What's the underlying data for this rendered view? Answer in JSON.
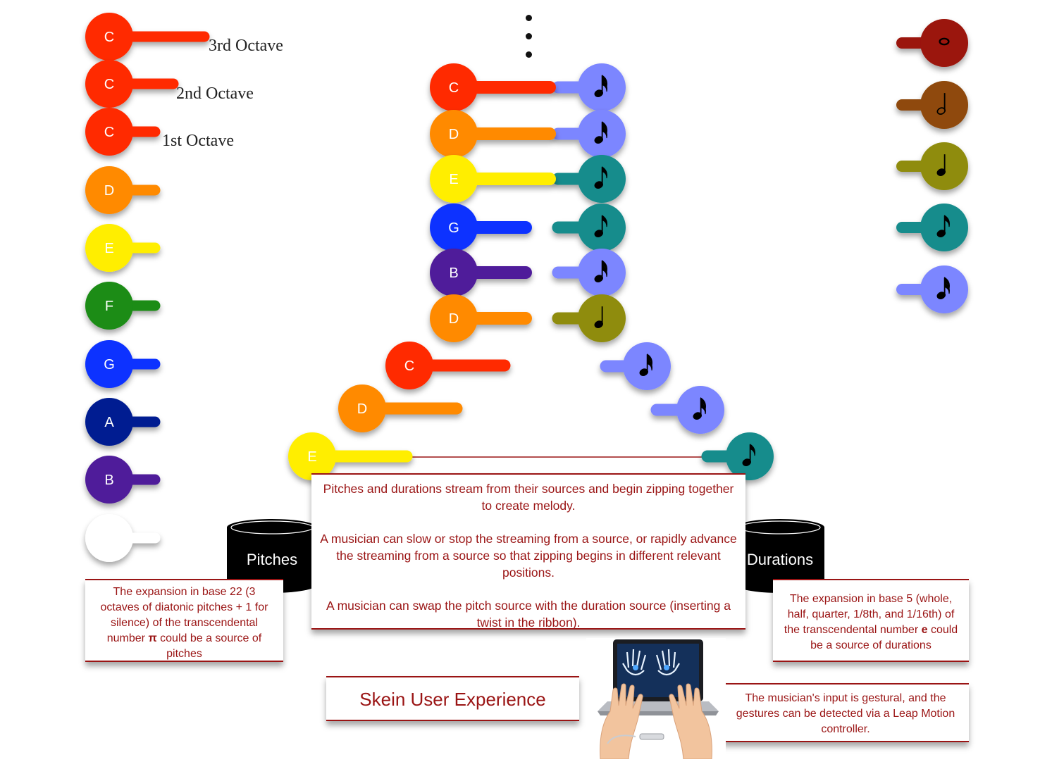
{
  "colors": {
    "C": "#ff2a00",
    "D": "#ff8a00",
    "E": "#ffee00",
    "F": "#1a8c14",
    "G": "#0a33ff",
    "A": "#001f91",
    "B": "#4f1c9a",
    "rest": "#ffffff",
    "whole": "#9b1208",
    "half": "#8f4a08",
    "quarter": "#8f8c0a",
    "eighth": "#138c8c",
    "sixteenth": "#7c86ff",
    "accent": "#9a1414"
  },
  "octave_labels": [
    "3rd Octave",
    "2nd Octave",
    "1st Octave"
  ],
  "pitch_legend": [
    "C",
    "C",
    "C",
    "D",
    "E",
    "F",
    "G",
    "A",
    "B",
    ""
  ],
  "duration_legend": [
    {
      "name": "whole",
      "icon": "whole-note-icon"
    },
    {
      "name": "half",
      "icon": "half-note-icon"
    },
    {
      "name": "quarter",
      "icon": "quarter-note-icon"
    },
    {
      "name": "eighth",
      "icon": "eighth-note-icon"
    },
    {
      "name": "sixteenth",
      "icon": "sixteenth-note-icon"
    }
  ],
  "zipped_pitches": [
    "C",
    "D",
    "E",
    "G",
    "B",
    "D"
  ],
  "zipped_durations": [
    "sixteenth",
    "sixteenth",
    "eighth",
    "eighth",
    "sixteenth",
    "quarter"
  ],
  "stream_pitches": [
    "C",
    "D",
    "E"
  ],
  "stream_durations": [
    "sixteenth",
    "sixteenth",
    "eighth"
  ],
  "sources": {
    "pitches": "Pitches",
    "durations": "Durations"
  },
  "center_box": {
    "para1": "Pitches and durations stream from their sources and begin zipping together to create melody.",
    "para2": "A musician can slow or stop the streaming from a source, or rapidly advance the streaming from a source so that zipping begins in different relevant positions.",
    "para3": "A musician can swap the pitch source with the duration source (inserting a twist in the ribbon)."
  },
  "pitch_source_box": {
    "before": "The expansion in base 22 (3 octaves of diatonic pitches + 1 for silence) of the transcendental number ",
    "symbol": "π",
    "after": " could be a source of pitches"
  },
  "duration_source_box": {
    "before": "The expansion in base 5 (whole, half, quarter, 1/8th, and 1/16th) of the transcendental number ",
    "symbol": "e",
    "after": " could be a source of durations"
  },
  "title": "Skein User Experience",
  "gesture_box": "The musician's input is gestural, and the gestures can be detected via a Leap Motion controller."
}
